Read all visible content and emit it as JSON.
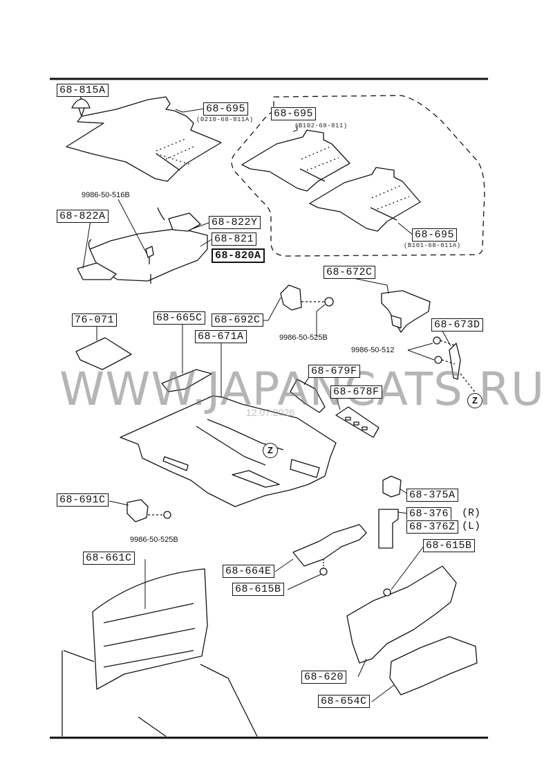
{
  "parts": {
    "p1": "68-815A",
    "p2": "68-695",
    "p2_sub": "(0210-68-811A)",
    "p3": "68-695",
    "p3_sub": "(B102-68-811)",
    "p4": "68-695",
    "p4_sub": "(B101-68-811A)",
    "p5": "9986-50-516B",
    "p6": "68-822A",
    "p7": "68-822Y",
    "p8": "68-821",
    "p9": "68-820A",
    "p10": "68-672C",
    "p11": "68-692C",
    "p12": "9986-50-525B",
    "p13": "68-673D",
    "p14": "9986-50-512",
    "p15": "76-071",
    "p16": "68-665C",
    "p17": "68-671A",
    "p18": "68-679F",
    "p19": "68-678F",
    "p20": "68-375A",
    "p21": "68-376",
    "p21_side": "(R)",
    "p22": "68-376Z",
    "p22_side": "(L)",
    "p23": "68-691C",
    "p24": "9986-50-525B",
    "p25": "68-615B",
    "p26": "68-661C",
    "p27": "68-664E",
    "p28": "68-615B",
    "p29": "68-620",
    "p30": "68-654C"
  },
  "markers": {
    "z1": "Z",
    "z2": "Z"
  },
  "watermark": {
    "text": "WWW.JAPANCATS.RU",
    "date": "12.07.2026"
  }
}
